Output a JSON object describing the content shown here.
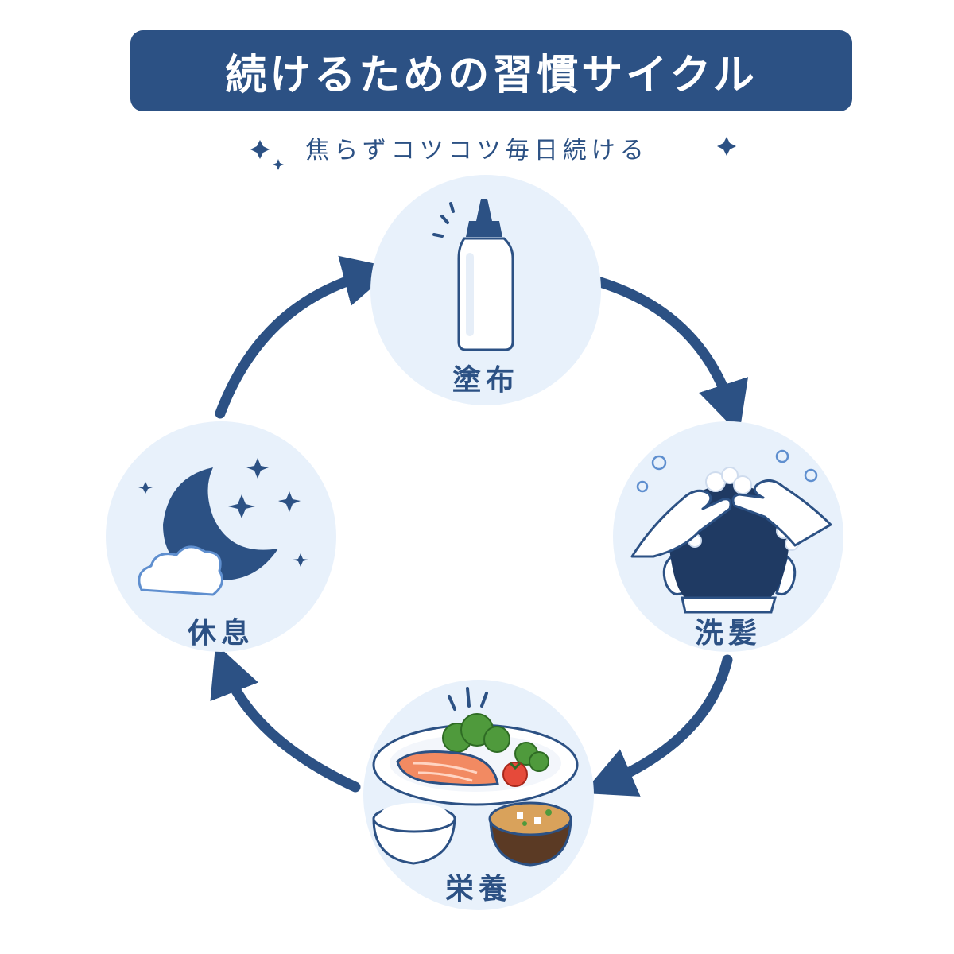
{
  "title": "続けるための習慣サイクル",
  "subtitle": "焦らずコツコツ毎日続ける",
  "colors": {
    "primary": "#2c5184",
    "circle_fill": "#e8f1fb",
    "accent_salmon": "#f28a62"
  },
  "cycle": {
    "nodes": [
      {
        "label": "塗布",
        "icon": "bottle-icon"
      },
      {
        "label": "洗髪",
        "icon": "hair-washing-icon"
      },
      {
        "label": "栄養",
        "icon": "meal-icon"
      },
      {
        "label": "休息",
        "icon": "moon-icon"
      }
    ]
  }
}
